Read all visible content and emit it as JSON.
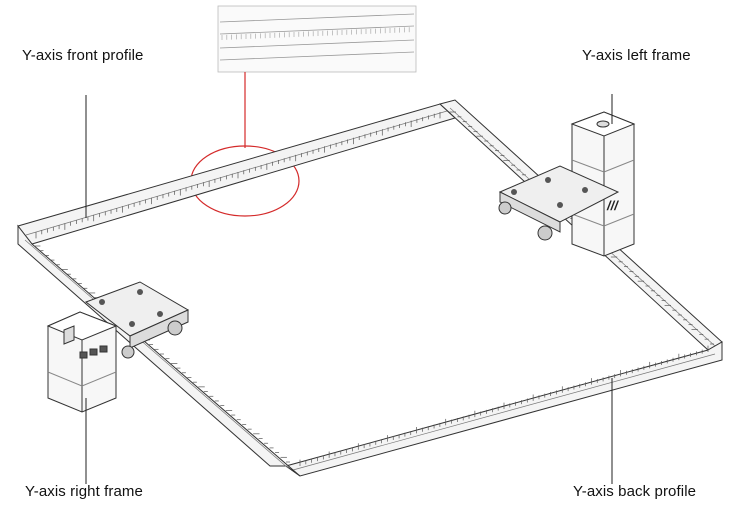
{
  "labels": {
    "front_profile": "Y-axis front profile",
    "left_frame": "Y-axis left frame",
    "right_frame": "Y-axis right frame",
    "back_profile": "Y-axis back profile"
  },
  "colors": {
    "line": "#333333",
    "rail_fill": "#f4f4f4",
    "callout_circle": "#d42a2a",
    "tick": "#555555"
  },
  "icons": {
    "left_frame": "stepper-motor-icon",
    "right_frame": "stepper-motor-icon",
    "callout": "detail-zoom-icon"
  }
}
